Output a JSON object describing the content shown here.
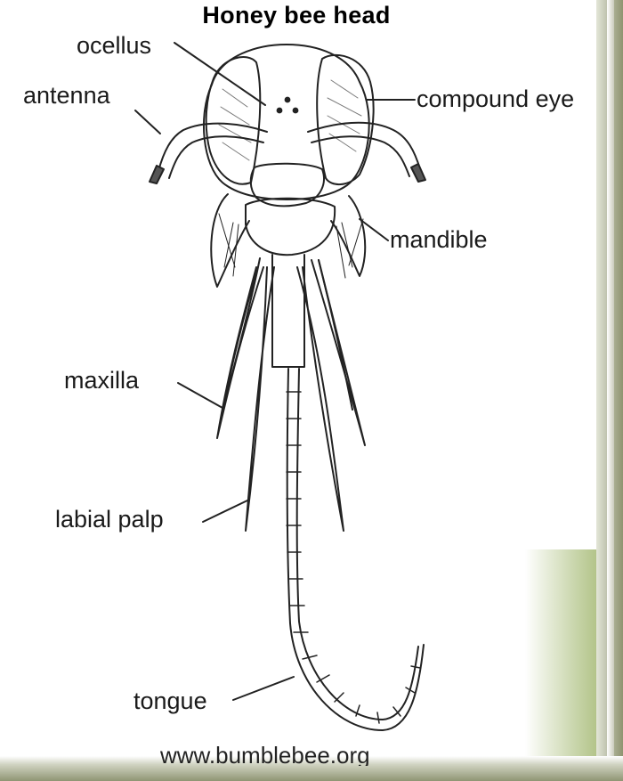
{
  "title": "Honey bee head",
  "labels": {
    "ocellus": "ocellus",
    "antenna": "antenna",
    "compound_eye": "compound eye",
    "mandible": "mandible",
    "maxilla": "maxilla",
    "labial_palp": "labial palp",
    "tongue": "tongue"
  },
  "watermark": "www.bumblebee.org"
}
